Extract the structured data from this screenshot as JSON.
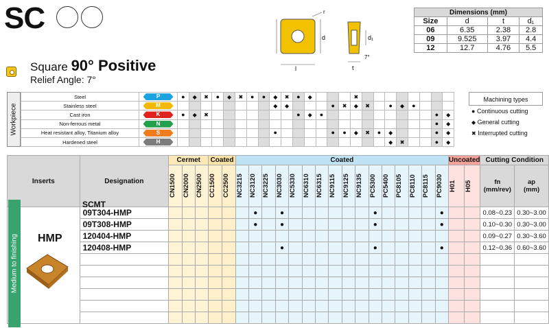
{
  "header": {
    "title": "SC",
    "shape_label": "Square",
    "shape_angle": "90° Positive",
    "relief": "Relief Angle: 7°"
  },
  "diagram": {
    "r": "r",
    "d": "d",
    "l": "l",
    "d1": "d₁",
    "t": "t",
    "angle": "7°"
  },
  "dimensions": {
    "title": "Dimensions (mm)",
    "headers": [
      "Size",
      "d",
      "t",
      "d₁"
    ],
    "rows": [
      [
        "06",
        "6.35",
        "2.38",
        "2.8"
      ],
      [
        "09",
        "9.525",
        "3.97",
        "4.4"
      ],
      [
        "12",
        "12.7",
        "4.76",
        "5.5"
      ]
    ]
  },
  "workpiece": {
    "side_label": "Workpiece",
    "materials": [
      {
        "name": "Steel",
        "code": "P",
        "color": "#1aa3e0"
      },
      {
        "name": "Stainless steel",
        "code": "M",
        "color": "#f5b800"
      },
      {
        "name": "Cast iron",
        "code": "K",
        "color": "#e0231e"
      },
      {
        "name": "Non-ferrous metal",
        "code": "N",
        "color": "#22a04b"
      },
      {
        "name": "Heat resistant alloy, Titanium alloy",
        "code": "S",
        "color": "#f07c1e"
      },
      {
        "name": "Hardened steel",
        "code": "H",
        "color": "#7c7c7c"
      }
    ],
    "grid": [
      [
        "c",
        "g",
        "i",
        "c",
        "g",
        "i",
        "c",
        "c",
        "g",
        "i",
        "c",
        "g",
        "",
        "",
        "",
        "i",
        "",
        "",
        "",
        "",
        "",
        "",
        "",
        ""
      ],
      [
        "",
        "",
        "",
        "",
        "",
        "",
        "",
        "",
        "g",
        "g",
        "",
        "",
        "",
        "c",
        "i",
        "g",
        "i",
        "",
        "c",
        "g",
        "c",
        "",
        "",
        ""
      ],
      [
        "c",
        "g",
        "i",
        "",
        "",
        "",
        "",
        "",
        "",
        "",
        "c",
        "g",
        "c",
        "",
        "",
        "",
        "",
        "",
        "",
        "",
        "",
        "",
        "c",
        "g"
      ],
      [
        "",
        "",
        "",
        "",
        "",
        "",
        "",
        "",
        "",
        "",
        "",
        "",
        "",
        "",
        "",
        "",
        "",
        "",
        "",
        "",
        "",
        "",
        "c",
        "g"
      ],
      [
        "",
        "",
        "",
        "",
        "",
        "",
        "",
        "",
        "c",
        "",
        "",
        "",
        "",
        "c",
        "c",
        "g",
        "i",
        "c",
        "g",
        "",
        "",
        "",
        "c",
        "g"
      ],
      [
        "",
        "",
        "",
        "",
        "",
        "",
        "",
        "",
        "",
        "",
        "",
        "",
        "",
        "",
        "",
        "",
        "",
        "",
        "g",
        "i",
        "",
        "",
        "c",
        "g"
      ]
    ]
  },
  "machining": {
    "title": "Machining types",
    "continuous": "Continuous cutting",
    "general": "General cutting",
    "interrupted": "Interrupted cutting"
  },
  "main_table": {
    "col_inserts": "Inserts",
    "col_designation": "Designation",
    "group_cermet": "Cermet",
    "group_coated1": "Coated",
    "group_coated2": "Coated",
    "group_uncoated": "Uncoated",
    "group_condition": "Cutting Condition",
    "fn_label": "fn\n(mm/rev)",
    "ap_label": "ap\n(mm)",
    "grades": [
      "CN1500",
      "CN2000",
      "CN2500",
      "CC1500",
      "CC2500",
      "NC3215",
      "NC3120",
      "NC3225",
      "NC3030",
      "NC5330",
      "NC6310",
      "NC6315",
      "NC9115",
      "NC9125",
      "NC9135",
      "PC5300",
      "PC5400",
      "PC8105",
      "PC8110",
      "PC8115",
      "PC9030",
      "H01",
      "H05"
    ],
    "section_label": "Medium to finishing",
    "insert_name": "HMP",
    "series": "SCMT",
    "rows": [
      {
        "designation": "09T304-HMP",
        "marks": [
          6,
          8,
          15,
          20
        ],
        "fn": "0.08~0.23",
        "ap": "0.30~3.00"
      },
      {
        "designation": "09T308-HMP",
        "marks": [
          6,
          8,
          15,
          20
        ],
        "fn": "0.10~0.30",
        "ap": "0.30~3.00"
      },
      {
        "designation": "120404-HMP",
        "marks": [],
        "fn": "0.09~0.27",
        "ap": "0.30~3.60"
      },
      {
        "designation": "120408-HMP",
        "marks": [
          8,
          15,
          20
        ],
        "fn": "0.12~0.36",
        "ap": "0.60~3.60"
      }
    ]
  }
}
